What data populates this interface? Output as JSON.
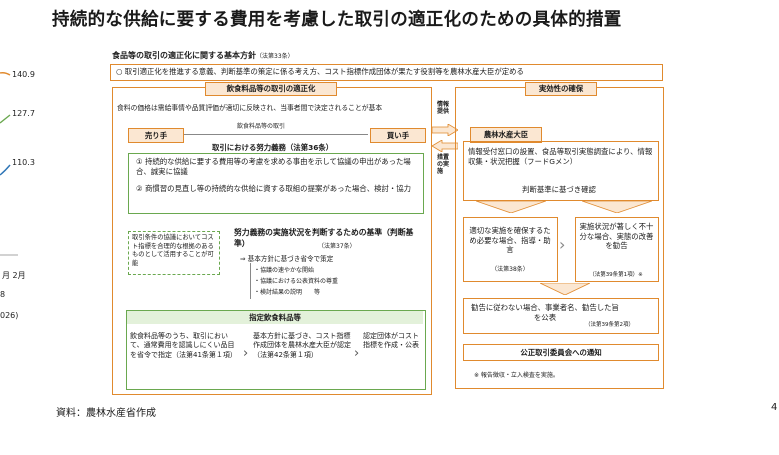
{
  "title": "持続的な供給に要する費用を考慮した取引の適正化のための具体的措置",
  "source": "資料：農林水産省作成",
  "page_number": "4",
  "left_chart": {
    "values": [
      "140.9",
      "127.7",
      "110.3"
    ],
    "axis_text": [
      "月 2月",
      "8",
      "026)"
    ],
    "colors": {
      "v1": "#e08a2e",
      "v2": "#6aa84f",
      "v3": "#2e75b6"
    }
  },
  "basic_policy": {
    "title": "食品等の取引の適正化に関する基本方針",
    "law": "（法第33条）",
    "text": "○ 取引適正化を推進する意義、判断基準の策定に係る考え方、コスト指標作成団体が果たす役割等を農林水産大臣が定める"
  },
  "left_panel": {
    "title": "飲食料品等の取引の適正化",
    "intro": "食料の価格は需給事情や品質評価が適切に反映され、当事者間で決定されることが基本",
    "trade_label": "飲食料品等の取引",
    "seller": "売り手",
    "buyer": "買い手",
    "effort_title": "取引における努力義務（法第36条）",
    "item1": "① 持続的な供給に要する費用等の考慮を求める事由を示して協議の申出があった場合、誠実に協議",
    "item2": "② 商慣習の見直し等の持続的な供給に資する取組の提案があった場合、検討・協力",
    "cost_note": "取引条件の協議においてコスト指標を合理的な根拠のあるものとして活用することが可能",
    "judge_title": "努力義務の実施状況を判断するための基準（判断基準）",
    "judge_law": "（法第37条）",
    "judge_basis": "⇒ 基本方針に基づき省令で策定",
    "judge_items": [
      "・協議の速やかな開始",
      "・協議における公表資料の尊重",
      "・検討結果の説明　　等"
    ],
    "designated_title": "指定飲食料品等",
    "d1": "飲食料品等のうち、取引において、通常費用を認識しにくい品目を省令で指定（法第41条第１項）",
    "d2": "基本方針に基づき、コスト指標作成団体を農林水産大臣が認定（法第42条第１項）",
    "d3": "認定団体がコスト指標を作成・公表"
  },
  "mid_arrows": {
    "top": "情報提供",
    "bottom": "措置の実施"
  },
  "right_panel": {
    "title": "実効性の確保",
    "minister": "農林水産大臣",
    "survey": "情報受付窓口の設置、食品等取引実態調査により、情報収集・状況把握（フードGメン）",
    "confirm": "判断基準に基づき確認",
    "guidance": "適切な実施を確保するため必要な場合、指導・助言",
    "guidance_law": "（法第38条）",
    "recommend": "実施状況が著しく不十分な場合、実態の改善を勧告",
    "recommend_law": "（法第39条第1項）※",
    "publish": "勧告に従わない場合、事業者名、勧告した旨を公表",
    "publish_law": "（法第39条第2項）",
    "ftc": "公正取引委員会への通知",
    "note": "※ 報告徴収・立入検査を実施。"
  }
}
